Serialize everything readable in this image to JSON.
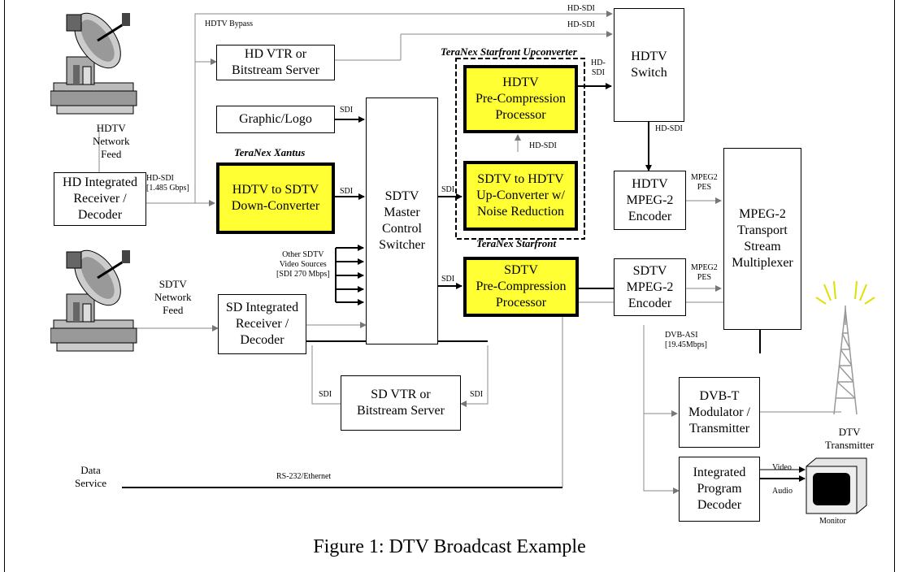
{
  "figure": {
    "caption": "Figure 1: DTV Broadcast Example"
  },
  "boxes": {
    "hd_vtr": "HD VTR or\nBitstream Server",
    "graphic_logo": "Graphic/Logo",
    "hd_ird": "HD Integrated\nReceiver /\nDecoder",
    "down_converter": "HDTV to SDTV\nDown-Converter",
    "sdtv_master": "SDTV\nMaster\nControl\nSwitcher",
    "hdtv_precomp": "HDTV\nPre-Compression\nProcessor",
    "up_converter": "SDTV to HDTV\nUp-Converter w/\nNoise Reduction",
    "hdtv_switch": "HDTV\nSwitch",
    "hdtv_encoder": "HDTV\nMPEG-2\nEncoder",
    "mux": "MPEG-2\nTransport\nStream\nMultiplexer",
    "sdtv_precomp": "SDTV\nPre-Compression\nProcessor",
    "sdtv_encoder": "SDTV\nMPEG-2\nEncoder",
    "sd_ird": "SD Integrated\nReceiver /\nDecoder",
    "sd_vtr": "SD VTR or\nBitstream Server",
    "dvbt": "DVB-T\nModulator /\nTransmitter",
    "ipd": "Integrated\nProgram\nDecoder"
  },
  "titles": {
    "starfront_upconverter": "TeraNex Starfront Upconverter",
    "xantus": "TeraNex Xantus",
    "starfront": "TeraNex Starfront"
  },
  "labels": {
    "hdtv_bypass": "HDTV Bypass",
    "hdsdi_top1": "HD-SDI",
    "hdsdi_top2": "HD-SDI",
    "hdsdi_upc": "HD-\nSDI",
    "hdsdi_switch": "HD-SDI",
    "hdsdi_mid": "HD-SDI",
    "hdtv_feed": "HDTV\nNetwork\nFeed",
    "hdsdi_rate": "HD-SDI\n[1.485 Gbps]",
    "sdi_graphic": "SDI",
    "sdi_down": "SDI",
    "sdi_up": "SDI",
    "sdi_sdpre": "SDI",
    "other_sources": "Other SDTV\nVideo Sources\n[SDI 270 Mbps]",
    "sdtv_feed": "SDTV\nNetwork\nFeed",
    "mpeg2pes_1": "MPEG2\nPES",
    "mpeg2pes_2": "MPEG2\nPES",
    "dvbasi": "DVB-ASI\n[19.45Mbps]",
    "sdi_vtr_left": "SDI",
    "sdi_vtr_right": "SDI",
    "data_service": "Data\nService",
    "rs232": "RS-232/Ethernet",
    "video": "Video",
    "audio": "Audio",
    "monitor": "Monitor",
    "dtv_transmitter": "DTV\nTransmitter"
  },
  "icons": [
    "satellite-dish-icon",
    "satellite-dish-icon",
    "transmitter-tower-icon",
    "monitor-icon"
  ]
}
